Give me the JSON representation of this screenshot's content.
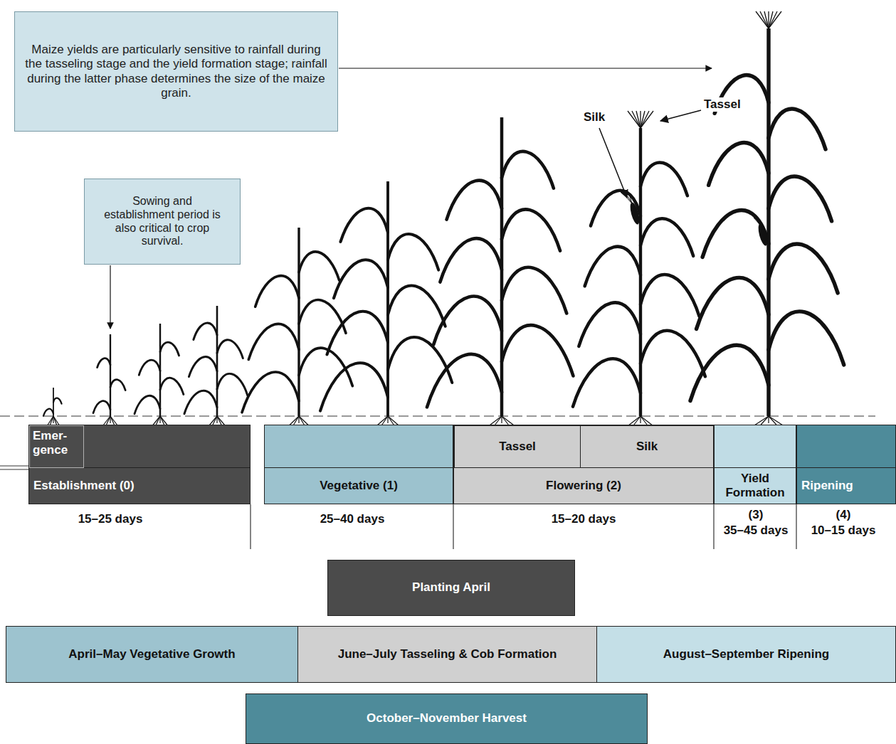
{
  "diagram": {
    "nodes": [
      {
        "text": [
          "Maize yields are particularly sensitive to rainfall during the tasseling stage and the yield formation stage; rainfall during the latter phase determines the size of the maize grain."
        ]
      },
      {
        "text": [
          "Sowing and establishment period is also critical to crop survival."
        ]
      },
      {
        "text": [
          "Establishment (0)"
        ]
      },
      {
        "text": [
          "Emer- gence"
        ],
        "in": 2
      },
      {
        "text": [
          "Vegetative (1)"
        ]
      },
      {
        "text": [
          "Flowering (2)"
        ]
      },
      {
        "text": [
          "Tassel"
        ],
        "in": 5
      },
      {
        "text": [
          "Silk"
        ],
        "in": 5
      },
      {
        "text": [
          "Yield Formation"
        ]
      },
      {
        "text": [
          "Ripening"
        ]
      },
      {
        "text": [
          "Planting April"
        ]
      },
      {
        "text": [
          "April–May Vegetative Growth"
        ]
      },
      {
        "text": [
          "June–July Tasseling & Cob Formation"
        ]
      },
      {
        "text": [
          "August–September Ripening"
        ]
      },
      {
        "text": [
          "October–November Harvest"
        ]
      }
    ],
    "labels": [
      "Silk",
      "Tassel",
      "15–25 days",
      "25–40 days",
      "15–20 days",
      "(3)",
      "35–45 days",
      "(4)",
      "10–15 days"
    ]
  }
}
